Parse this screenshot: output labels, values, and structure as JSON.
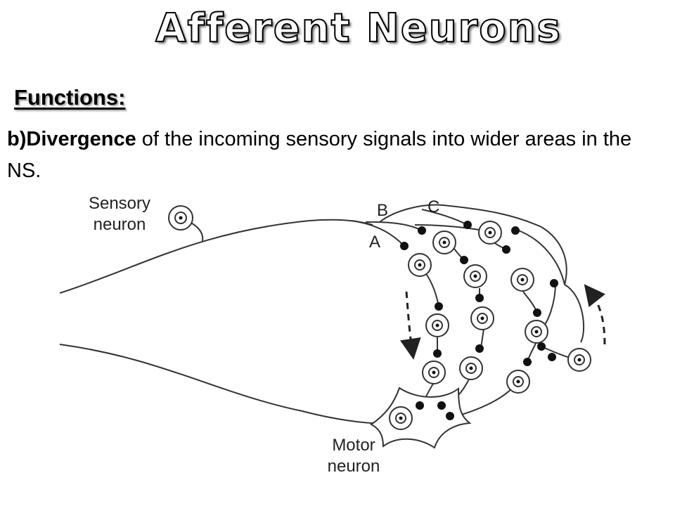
{
  "slide": {
    "title": "Afferent Neurons",
    "subheading": "Functions:",
    "point_prefix": "b)",
    "point_term": "Divergence",
    "point_rest": " of the incoming sensory signals into wider areas in the NS."
  },
  "diagram": {
    "labels": {
      "sensory_line1": "Sensory",
      "sensory_line2": "neuron",
      "motor_line1": "Motor",
      "motor_line2": "neuron",
      "pathway_a": "A",
      "pathway_b": "B",
      "pathway_c": "C"
    }
  }
}
